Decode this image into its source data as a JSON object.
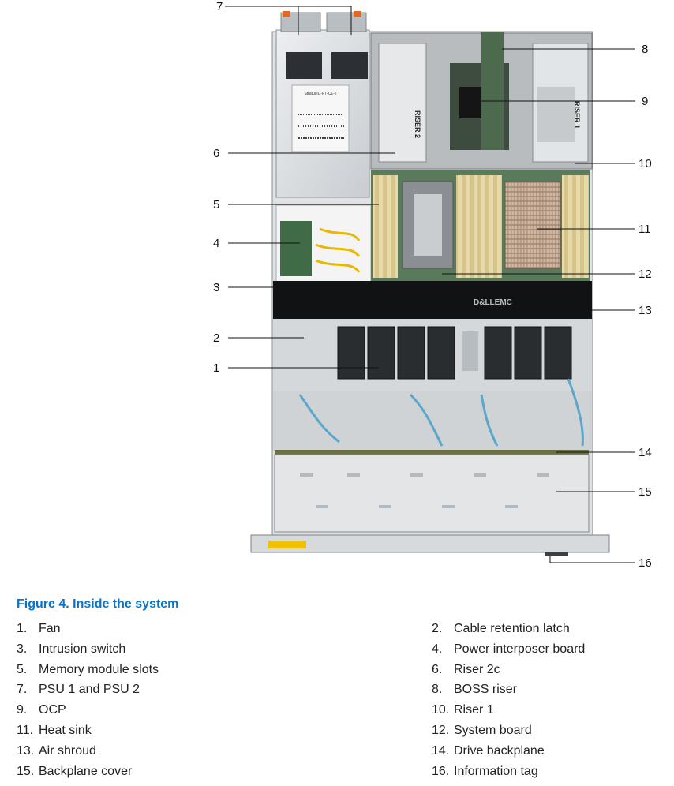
{
  "figure": {
    "caption": "Figure 4. Inside the system",
    "dell_logo_text": "D&LLEMC",
    "riser2_label": "RISER 2",
    "riser1_label": "RISER 1",
    "psu_label_text": "StratusIU-PT-C1-2"
  },
  "callouts": [
    "7",
    "8",
    "9",
    "6",
    "10",
    "5",
    "11",
    "4",
    "12",
    "3",
    "13",
    "2",
    "1",
    "14",
    "15",
    "16"
  ],
  "legend": [
    {
      "num": "1.",
      "text": "Fan"
    },
    {
      "num": "2.",
      "text": "Cable retention latch"
    },
    {
      "num": "3.",
      "text": "Intrusion switch"
    },
    {
      "num": "4.",
      "text": "Power interposer board"
    },
    {
      "num": "5.",
      "text": "Memory module slots"
    },
    {
      "num": "6.",
      "text": "Riser 2c"
    },
    {
      "num": "7.",
      "text": "PSU 1 and PSU 2"
    },
    {
      "num": "8.",
      "text": "BOSS riser"
    },
    {
      "num": "9.",
      "text": "OCP"
    },
    {
      "num": "10.",
      "text": "Riser 1"
    },
    {
      "num": "11.",
      "text": "Heat sink"
    },
    {
      "num": "12.",
      "text": "System board"
    },
    {
      "num": "13.",
      "text": "Air shroud"
    },
    {
      "num": "14.",
      "text": "Drive backplane"
    },
    {
      "num": "15.",
      "text": "Backplane cover"
    },
    {
      "num": "16.",
      "text": "Information tag"
    }
  ]
}
